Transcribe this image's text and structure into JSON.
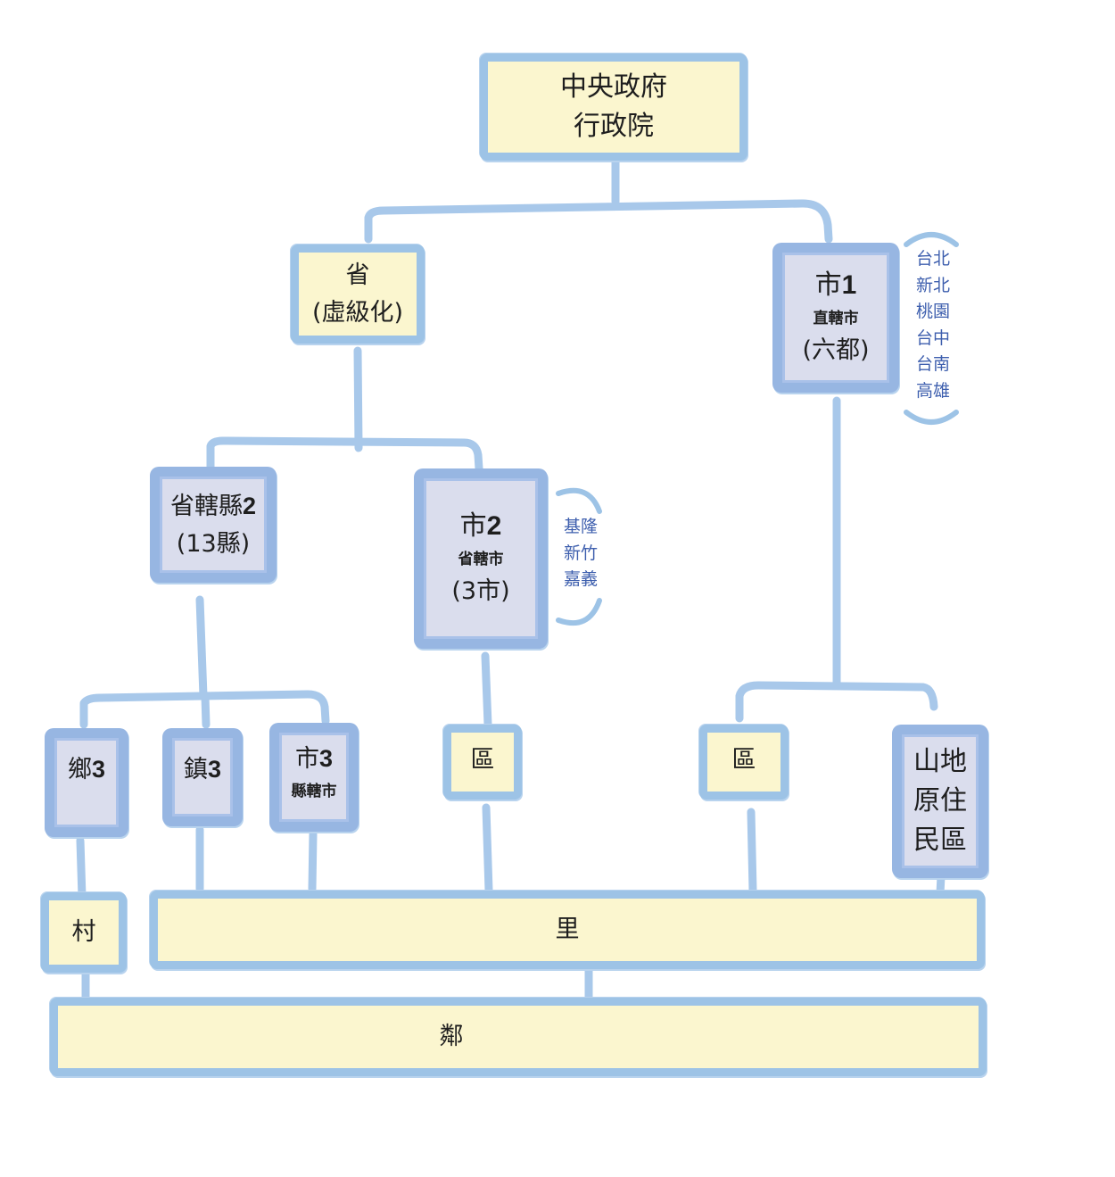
{
  "central": {
    "line1": "中央政府",
    "line2": "行政院"
  },
  "province": {
    "line1": "省",
    "line2": "(虛級化)"
  },
  "city1": {
    "name": "市",
    "num": "1",
    "sub": "直轄市",
    "note": "(六都)"
  },
  "city1_list": [
    "台北",
    "新北",
    "桃園",
    "台中",
    "台南",
    "高雄"
  ],
  "county": {
    "name": "省轄縣",
    "num": "2",
    "note": "(13縣)"
  },
  "city2": {
    "name": "市",
    "num": "2",
    "sub": "省轄市",
    "note": "(3市)"
  },
  "city2_list": [
    "基隆",
    "新竹",
    "嘉義"
  ],
  "xiang": {
    "name": "鄉",
    "num": "3"
  },
  "zhen": {
    "name": "鎮",
    "num": "3"
  },
  "city3": {
    "name": "市",
    "num": "3",
    "sub": "縣轄市"
  },
  "district_city2": "區",
  "district_city1": "區",
  "mountain": {
    "line1": "山地",
    "line2": "原住",
    "line3": "民區"
  },
  "village_cun": "村",
  "village_li": "里",
  "neighborhood": "鄰",
  "colors": {
    "line": "#a8c8ea",
    "yellow": "#fbf6cf",
    "purple": "#dadded",
    "list_text": "#3e5fae"
  }
}
